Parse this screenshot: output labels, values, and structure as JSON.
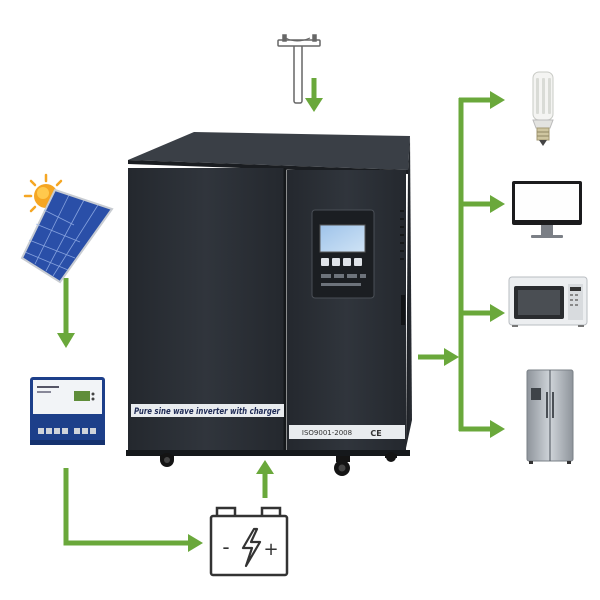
{
  "inverter": {
    "strip_label": "Pure sine wave inverter with charger",
    "cert_label": "ISO9001-2008",
    "ce_label": "CE",
    "color": "#2b2f35"
  },
  "battery": {
    "minus": "-",
    "plus": "+"
  },
  "colors": {
    "arrow": "#6aa83b",
    "panel_blue": "#2a4fa8",
    "sun": "#f5a623"
  },
  "icons": [
    "utility-pole-icon",
    "solar-panel-icon",
    "sun-icon",
    "charge-controller-icon",
    "battery-icon",
    "bulb-icon",
    "monitor-icon",
    "microwave-icon",
    "refrigerator-icon"
  ]
}
